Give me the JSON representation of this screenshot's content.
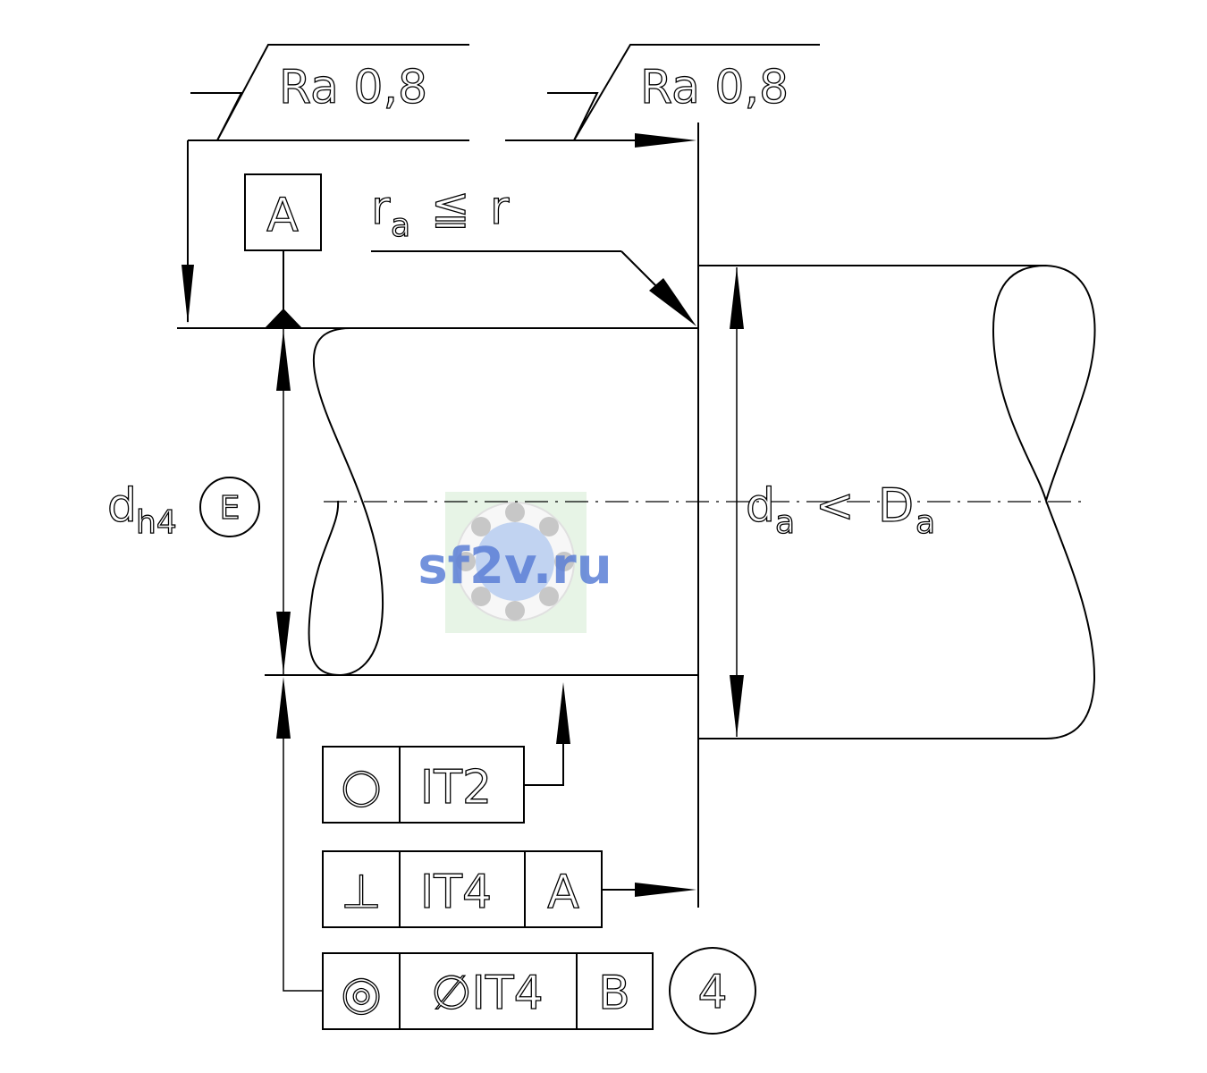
{
  "surface": {
    "left": "Ra 0,8",
    "right": "Ra 0,8"
  },
  "datum_a": "A",
  "radius": {
    "main": "r",
    "sub": "a",
    "op": "≦",
    "rhs": "r"
  },
  "shaft_diameter": {
    "main": "d",
    "sub": "h4",
    "modifier": "E"
  },
  "shoulder_diameter": {
    "main": "d",
    "sub": "a",
    "op": "<",
    "rhs": "D",
    "rhs_sub": "a"
  },
  "tolerance_frames": {
    "roundness": {
      "symbol": "○",
      "value": "IT2"
    },
    "perpendicularity": {
      "symbol": "⊥",
      "value": "IT4",
      "datum": "A"
    },
    "concentricity": {
      "symbol": "◎",
      "value": "∅IT4",
      "datum": "B"
    }
  },
  "note_balloon": "4",
  "watermark": {
    "text": "sf2v.ru",
    "color": "#5b7fd6"
  }
}
